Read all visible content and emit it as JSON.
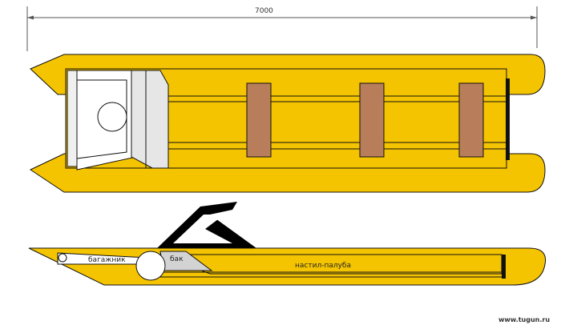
{
  "dimension": {
    "length": "7000"
  },
  "labels": {
    "trunk": "багажник",
    "tank": "бак",
    "deck": "настил-палуба"
  },
  "watermark": "www.tugun.ru",
  "colors": {
    "hull": "#f5c400",
    "wood": "#b87d5a",
    "light_gray": "#d3d3d3",
    "frame": "#000000"
  }
}
